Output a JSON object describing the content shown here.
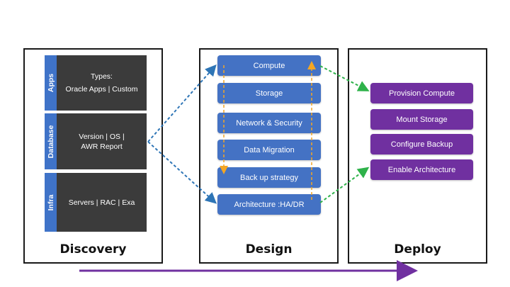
{
  "discovery": {
    "title": "Discovery",
    "rows": [
      {
        "tab": "Apps",
        "lines": [
          "Types:",
          "Oracle Apps | Custom"
        ]
      },
      {
        "tab": "Database",
        "lines": [
          "Version | OS |",
          "AWR Report"
        ]
      },
      {
        "tab": "Infra",
        "lines": [
          "Servers | RAC | Exa"
        ]
      }
    ]
  },
  "design": {
    "title": "Design",
    "boxes": [
      "Compute",
      "Storage",
      "Network & Security",
      "Data Migration",
      "Back up strategy",
      "Architecture :HA/DR"
    ]
  },
  "deploy": {
    "title": "Deploy",
    "boxes": [
      "Provision Compute",
      "Mount Storage",
      "Configure Backup",
      "Enable Architecture"
    ]
  },
  "colors": {
    "tab_blue": "#3f73c8",
    "row_dark": "#3b3b3b",
    "design_box": "#4472c4",
    "deploy_box": "#7030a0",
    "arrow_blue": "#2e75b6",
    "arrow_green": "#2eb24a",
    "arrow_orange": "#f5a623",
    "flow_arrow": "#7030a0"
  }
}
